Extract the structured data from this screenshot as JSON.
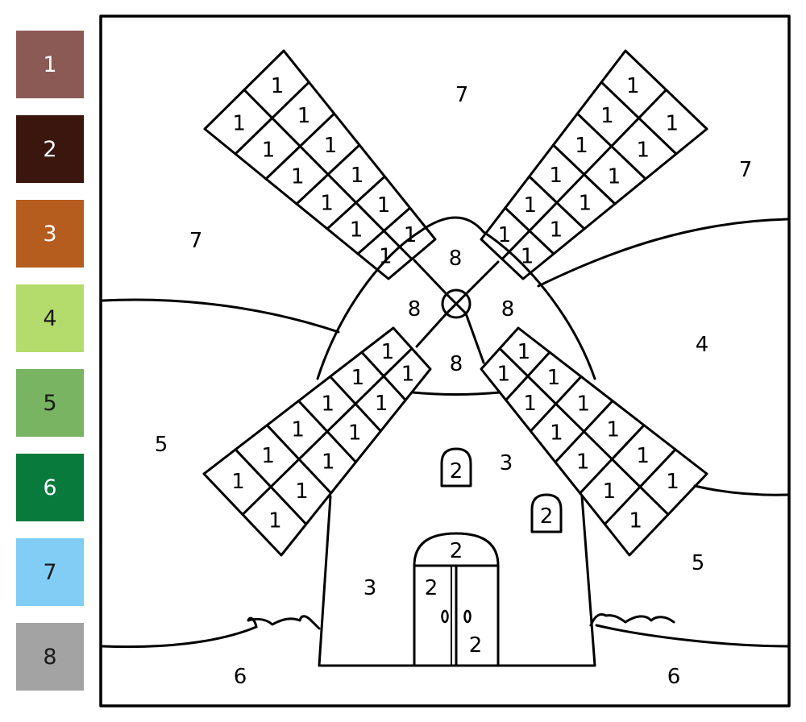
{
  "palette": [
    {
      "number": "1",
      "color": "#8c5a55",
      "text_color": "#ffffff"
    },
    {
      "number": "2",
      "color": "#3a160e",
      "text_color": "#ffffff"
    },
    {
      "number": "3",
      "color": "#b55d1f",
      "text_color": "#ffffff"
    },
    {
      "number": "4",
      "color": "#b4dc6c",
      "text_color": "#1a1a1a"
    },
    {
      "number": "5",
      "color": "#78b462",
      "text_color": "#1a1a1a"
    },
    {
      "number": "6",
      "color": "#077a3c",
      "text_color": "#ffffff"
    },
    {
      "number": "7",
      "color": "#82cdf5",
      "text_color": "#1a1a1a"
    },
    {
      "number": "8",
      "color": "#a3a3a3",
      "text_color": "#1a1a1a"
    }
  ],
  "regions": {
    "sky_top": "7",
    "sky_right": "7",
    "sky_left": "7",
    "cap_top": "8",
    "cap_left": "8",
    "cap_right": "8",
    "cap_bottom": "8",
    "hill_right": "4",
    "hill_left": "5",
    "hill_bottom_right": "5",
    "tower_mid": "3",
    "tower_left": "3",
    "window_upper": "2",
    "window_right": "2",
    "door_arch": "2",
    "door_left": "2",
    "door_right": "2",
    "ground_left": "6",
    "ground_right": "6",
    "blade_cell": "1"
  }
}
